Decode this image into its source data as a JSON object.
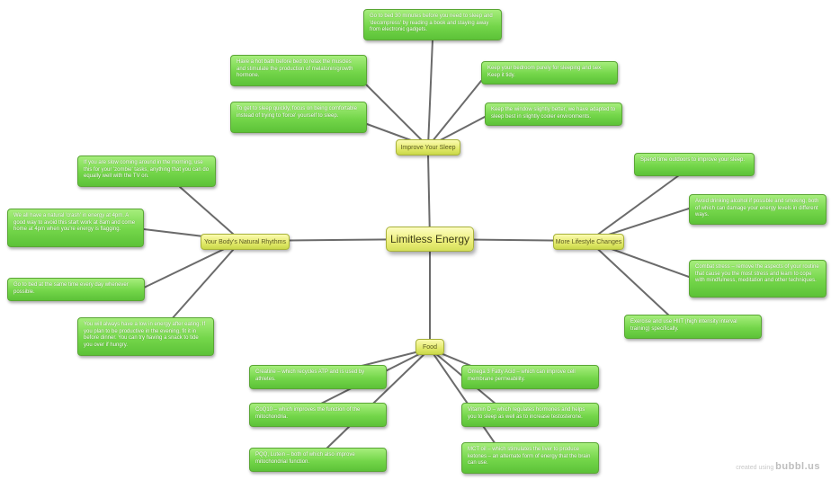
{
  "central": "Limitless Energy",
  "topics": {
    "sleep": "Improve Your Sleep",
    "rhythms": "Your Body's Natural Rhythms",
    "lifestyle": "More Lifestyle Changes",
    "food": "Food"
  },
  "sleep_tips": [
    "Go to bed 30 minutes before you need to sleep and 'decompress' by reading a book and staying away from electronic gadgets.",
    "Have a hot bath before bed to relax the muscles and stimulate the production of melatonin/growth hormone.",
    "Keep your bedroom purely for sleeping and sex. Keep it tidy.",
    "To get to sleep quickly, focus on being comfortable instead of trying to 'force' yourself to sleep.",
    "Keep the window slightly better, we have adapted to sleep best in slightly cooler environments."
  ],
  "rhythm_tips": [
    "If you are slow coming around in the morning, use this for your 'zombie' tasks, anything that you can do equally well with the TV on.",
    "We all have a natural 'crash' in energy at 4pm. A good way to avoid this start work at 8am and come home at 4pm when you're energy is flagging.",
    "Go to bed at the same time every day whenever possible.",
    "You will always have a low in energy after eating. If you plan to be productive in the evening, fit it in before dinner. You can try having a snack to tide you over if hungry."
  ],
  "lifestyle_tips": [
    "Spend time outdoors to improve your sleep.",
    "Avoid drinking alcohol if possible and smoking, both of which can damage your energy levels in different ways.",
    "Combat stress – remove the aspects of your routine that cause you the most stress and learn to cope with mindfulness, meditation and other techniques.",
    "Exercise and use HIIT (high intensity interval training) specifically."
  ],
  "food_tips": [
    "Creatine – which recycles ATP and is used by athletes.",
    "CoQ10 – which improves the function of the mitochondria.",
    "PQQ, Lutein – both of which also improve mitochondrial function.",
    "Omega 3 Fatty Acid – which can improve cell membrane permeability.",
    "Vitamin D – which regulates hormones and helps you to sleep as well as to increase testosterone.",
    "MCT oil – which stimulates the liver to produce ketones – an alternate form of energy that the brain can use."
  ],
  "credit": {
    "prefix": "created using",
    "brand": "bubbl.us"
  }
}
